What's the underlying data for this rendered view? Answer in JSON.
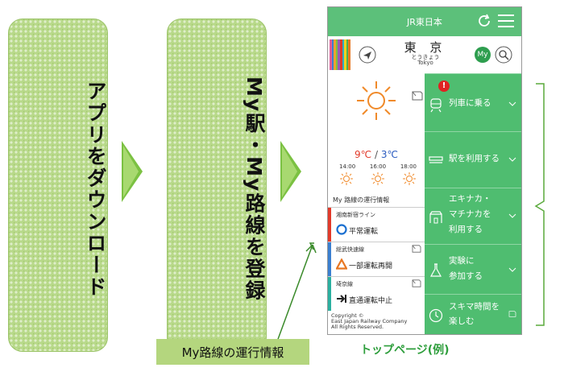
{
  "steps": [
    {
      "label": "アプリをダウンロード"
    },
    {
      "label": "My駅・My路線を登録"
    }
  ],
  "app": {
    "title": "JR東日本",
    "station": {
      "name": "東 京",
      "kana": "とうきょう",
      "roman": "Tokyo"
    },
    "my_badge": "My",
    "stripe_colors": [
      "#e05a9a",
      "#3b7fd0",
      "#f0a030",
      "#7bc142",
      "#9b59b6",
      "#e23a2a",
      "#2bb0c4",
      "#f7d21e",
      "#4caf50",
      "#e87722"
    ]
  },
  "weather": {
    "high": "9℃",
    "sep": " / ",
    "low": "3℃",
    "hours": [
      "14:00",
      "16:00",
      "18:00"
    ]
  },
  "status": {
    "title": "My 路線の運行情報",
    "lines": [
      {
        "name": "湘南新宿ライン",
        "status": "平常運転",
        "color": "#e23a2a"
      },
      {
        "name": "総武快速線",
        "status": "一部運転再開",
        "color": "#3b7fd0"
      },
      {
        "name": "埼京線",
        "status": "直通運転中止",
        "color": "#2bb0a0"
      }
    ]
  },
  "copyright": [
    "Copyright ©",
    "East Japan Railway Company",
    "All Rights Reserved."
  ],
  "menu": [
    {
      "lines": [
        "列車に乗る"
      ]
    },
    {
      "lines": [
        "駅を利用する"
      ]
    },
    {
      "lines": [
        "エキナカ・",
        "マチナカを",
        "利用する"
      ]
    },
    {
      "lines": [
        "実験に",
        "参加する"
      ]
    },
    {
      "lines": [
        "スキマ時間を",
        "楽しむ"
      ]
    }
  ],
  "alert_badge": "!",
  "captions": {
    "my_line_status": "My路線の運行情報",
    "top_page": "トップページ(例)"
  }
}
